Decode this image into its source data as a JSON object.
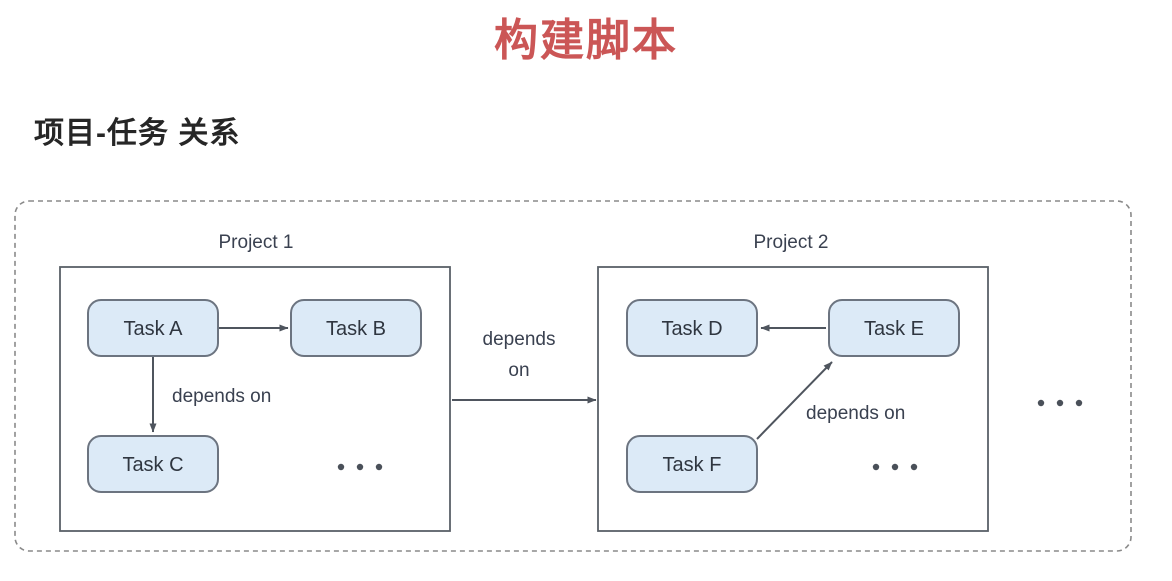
{
  "slide": {
    "title": "构建脚本",
    "section_heading": "项目-任务 关系"
  },
  "colors": {
    "title_red": "#cb5656",
    "heading_dark": "#262626",
    "task_fill": "#dceaf7",
    "task_stroke": "#6c7480",
    "project_stroke": "#5a6068",
    "outer_dashed_stroke": "#8a8a8a",
    "text_dark": "#2f3640",
    "arrow": "#4f555e"
  },
  "diagram": {
    "type": "relationship-diagram",
    "outer_container": {
      "name": "all-projects-container",
      "border_style": "dashed",
      "rounded": true
    },
    "projects": [
      {
        "label": "Project 1",
        "tasks": [
          {
            "id": "A",
            "label": "Task A"
          },
          {
            "id": "B",
            "label": "Task B"
          },
          {
            "id": "C",
            "label": "Task C"
          }
        ],
        "edges": [
          {
            "from": "A",
            "to": "B",
            "label": ""
          },
          {
            "from": "A",
            "to": "C",
            "label": "depends on"
          }
        ],
        "ellipsis": "..."
      },
      {
        "label": "Project 2",
        "tasks": [
          {
            "id": "D",
            "label": "Task D"
          },
          {
            "id": "E",
            "label": "Task E"
          },
          {
            "id": "F",
            "label": "Task F"
          }
        ],
        "edges": [
          {
            "from": "E",
            "to": "D",
            "label": ""
          },
          {
            "from": "F",
            "to": "E",
            "label": "depends on"
          }
        ],
        "ellipsis": "..."
      }
    ],
    "cross_project_edge": {
      "from": "Project 1",
      "to": "Project 2",
      "label_line1": "depends",
      "label_line2": "on"
    },
    "trailing_ellipsis": "..."
  }
}
